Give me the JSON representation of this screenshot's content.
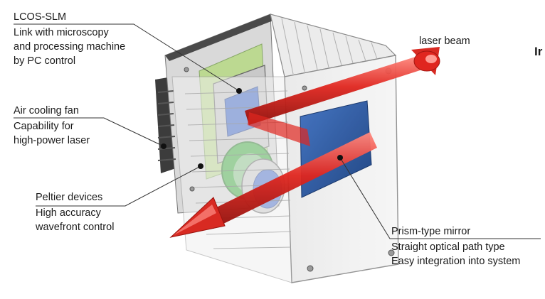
{
  "labels": {
    "lcos": {
      "title": "LCOS-SLM",
      "desc": [
        "Link with microscopy",
        "and processing machine",
        "by PC control"
      ]
    },
    "fan": {
      "title": "Air cooling fan",
      "desc": [
        "Capability for",
        "high-power laser"
      ]
    },
    "peltier": {
      "title": "Peltier devices",
      "desc": [
        "High accuracy",
        "wavefront control"
      ]
    },
    "prism": {
      "title": "Prism-type mirror",
      "desc": [
        "Straight optical path type",
        "Easy integration into system"
      ]
    },
    "laser": "laser beam",
    "cutoff_text": "Ir"
  },
  "colors": {
    "laser_beam": "#e0261f",
    "mirror": "#1f4f9a",
    "sensor_glass": "#3a63c8",
    "lens_ring": "#3fae3f",
    "pcb": "#b9d98a",
    "housing_line": "#9a9a9a",
    "leader_line": "#333333"
  }
}
